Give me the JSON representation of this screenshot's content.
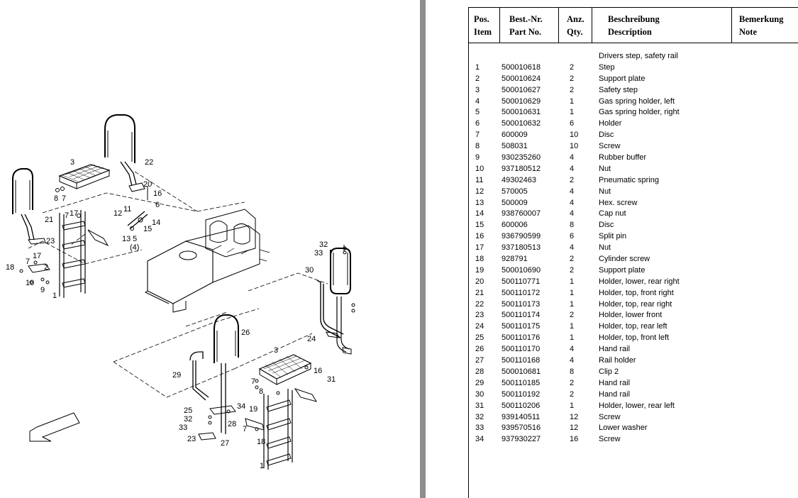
{
  "header": {
    "pos": "Pos.",
    "item": "Item",
    "best_nr": "Best.-Nr.",
    "part_no": "Part No.",
    "anz": "Anz.",
    "qty": "Qty.",
    "beschreibung": "Beschreibung",
    "description": "Description",
    "bemerkung": "Bemerkung",
    "note": "Note"
  },
  "section_title": "Drivers step, safety rail",
  "rows": [
    {
      "pos": "1",
      "part": "500010618",
      "qty": "2",
      "desc": "Step"
    },
    {
      "pos": "2",
      "part": "500010624",
      "qty": "2",
      "desc": "Support plate"
    },
    {
      "pos": "3",
      "part": "500010627",
      "qty": "2",
      "desc": "Safety step"
    },
    {
      "pos": "4",
      "part": "500010629",
      "qty": "1",
      "desc": "Gas spring holder, left"
    },
    {
      "pos": "5",
      "part": "500010631",
      "qty": "1",
      "desc": "Gas spring holder, right"
    },
    {
      "pos": "6",
      "part": "500010632",
      "qty": "6",
      "desc": "Holder"
    },
    {
      "pos": "7",
      "part": "600009",
      "qty": "10",
      "desc": "Disc"
    },
    {
      "pos": "8",
      "part": "508031",
      "qty": "10",
      "desc": "Screw"
    },
    {
      "pos": "9",
      "part": "930235260",
      "qty": "4",
      "desc": "Rubber buffer"
    },
    {
      "pos": "10",
      "part": "937180512",
      "qty": "4",
      "desc": "Nut"
    },
    {
      "pos": "11",
      "part": "49302463",
      "qty": "2",
      "desc": "Pneumatic spring"
    },
    {
      "pos": "12",
      "part": "570005",
      "qty": "4",
      "desc": "Nut"
    },
    {
      "pos": "13",
      "part": "500009",
      "qty": "4",
      "desc": "Hex. screw"
    },
    {
      "pos": "14",
      "part": "938760007",
      "qty": "4",
      "desc": "Cap nut"
    },
    {
      "pos": "15",
      "part": "600006",
      "qty": "8",
      "desc": "Disc"
    },
    {
      "pos": "16",
      "part": "936790599",
      "qty": "6",
      "desc": "Split pin"
    },
    {
      "pos": "17",
      "part": "937180513",
      "qty": "4",
      "desc": "Nut"
    },
    {
      "pos": "18",
      "part": "928791",
      "qty": "2",
      "desc": "Cylinder screw"
    },
    {
      "pos": "19",
      "part": "500010690",
      "qty": "2",
      "desc": "Support plate"
    },
    {
      "pos": "20",
      "part": "500110771",
      "qty": "1",
      "desc": "Holder, lower, rear right"
    },
    {
      "pos": "21",
      "part": "500110172",
      "qty": "1",
      "desc": "Holder, top, front right"
    },
    {
      "pos": "22",
      "part": "500110173",
      "qty": "1",
      "desc": "Holder, top, rear right"
    },
    {
      "pos": "23",
      "part": "500110174",
      "qty": "2",
      "desc": "Holder, lower front"
    },
    {
      "pos": "24",
      "part": "500110175",
      "qty": "1",
      "desc": "Holder, top, rear left"
    },
    {
      "pos": "25",
      "part": "500110176",
      "qty": "1",
      "desc": "Holder, top, front left"
    },
    {
      "pos": "26",
      "part": "500110170",
      "qty": "4",
      "desc": "Hand rail"
    },
    {
      "pos": "27",
      "part": "500110168",
      "qty": "4",
      "desc": "Rail holder"
    },
    {
      "pos": "28",
      "part": "500010681",
      "qty": "8",
      "desc": "Clip 2"
    },
    {
      "pos": "29",
      "part": "500110185",
      "qty": "2",
      "desc": "Hand rail"
    },
    {
      "pos": "30",
      "part": "500110192",
      "qty": "2",
      "desc": "Hand rail"
    },
    {
      "pos": "31",
      "part": "500110206",
      "qty": "1",
      "desc": "Holder, lower, rear left"
    },
    {
      "pos": "32",
      "part": "939140511",
      "qty": "12",
      "desc": "Screw"
    },
    {
      "pos": "33",
      "part": "939570516",
      "qty": "12",
      "desc": "Lower washer"
    },
    {
      "pos": "34",
      "part": "937930227",
      "qty": "16",
      "desc": "Screw"
    }
  ],
  "diagram": {
    "callouts": [
      "1",
      "2",
      "3",
      "4",
      "5",
      "6",
      "7",
      "8",
      "9",
      "10",
      "11",
      "12",
      "13",
      "14",
      "15",
      "16",
      "17",
      "18",
      "19",
      "20",
      "21",
      "22",
      "23",
      "24",
      "25",
      "26",
      "27",
      "28",
      "29",
      "30",
      "31",
      "32",
      "33",
      "34",
      "(4)"
    ]
  }
}
